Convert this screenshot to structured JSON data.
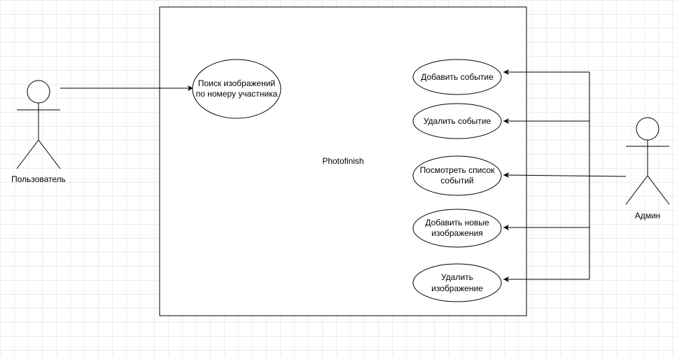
{
  "system": {
    "label": "Photofinish"
  },
  "actors": {
    "user": {
      "label": "Пользователь",
      "icon": "stick-figure-icon"
    },
    "admin": {
      "label": "Админ",
      "icon": "stick-figure-icon"
    }
  },
  "use_cases": {
    "search": {
      "line1": "Поиск изображений",
      "line2": "по номеру участника"
    },
    "add_event": {
      "line1": "Добавить событие"
    },
    "delete_event": {
      "line1": "Удалить событие"
    },
    "view_events": {
      "line1": "Посмотреть список",
      "line2": "событий"
    },
    "add_images": {
      "line1": "Добавить новые",
      "line2": "изображения"
    },
    "delete_image": {
      "line1": "Удалить",
      "line2": "изображение"
    }
  },
  "colors": {
    "stroke": "#000000",
    "fill": "#ffffff",
    "grid": "#ececec"
  }
}
